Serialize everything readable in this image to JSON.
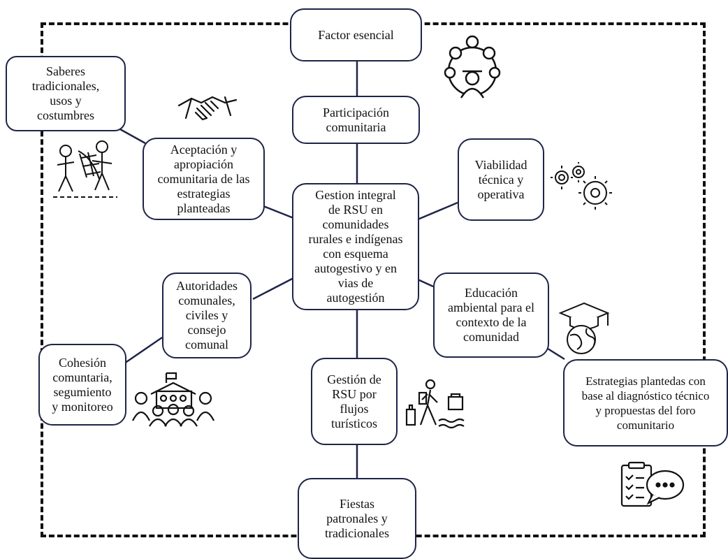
{
  "diagram": {
    "center": "Gestion integral\nde RSU en\ncomunidades\nrurales e indígenas\ncon esquema\nautogestivo y en\nvias de\nautogestión",
    "nodes": {
      "factor": "Factor esencial",
      "participacion": "Participación\ncomunitaria",
      "saberes": "Saberes\ntradicionales,\nusos y\ncostumbres",
      "aceptacion": "Aceptación y\napropiación\ncomunitaria de las\nestrategias\nplanteadas",
      "viabilidad": "Viabilidad\ntécnica y\noperativa",
      "autoridades": "Autoridades\ncomunales,\nciviles y\nconsejo\ncomunal",
      "educacion": "Educación\nambiental para el\ncontexto de la\ncomunidad",
      "cohesion": "Cohesión\ncomuntaria,\nsegumiento\ny monitoreo",
      "gestion_rsu": "Gestión de\nRSU por\nflujos\nturísticos",
      "estrategias": "Estrategias plantedas con\nbase al diagnóstico técnico\ny propuestas del foro\ncomunitario",
      "fiestas": "Fiestas\npatronales y\ntradicionales"
    },
    "icons": [
      "community-circle-icon",
      "handshake-icon",
      "fishermen-net-icon",
      "gears-icon",
      "graduation-globe-icon",
      "community-school-icon",
      "traveler-luggage-icon",
      "checklist-chat-icon"
    ]
  }
}
